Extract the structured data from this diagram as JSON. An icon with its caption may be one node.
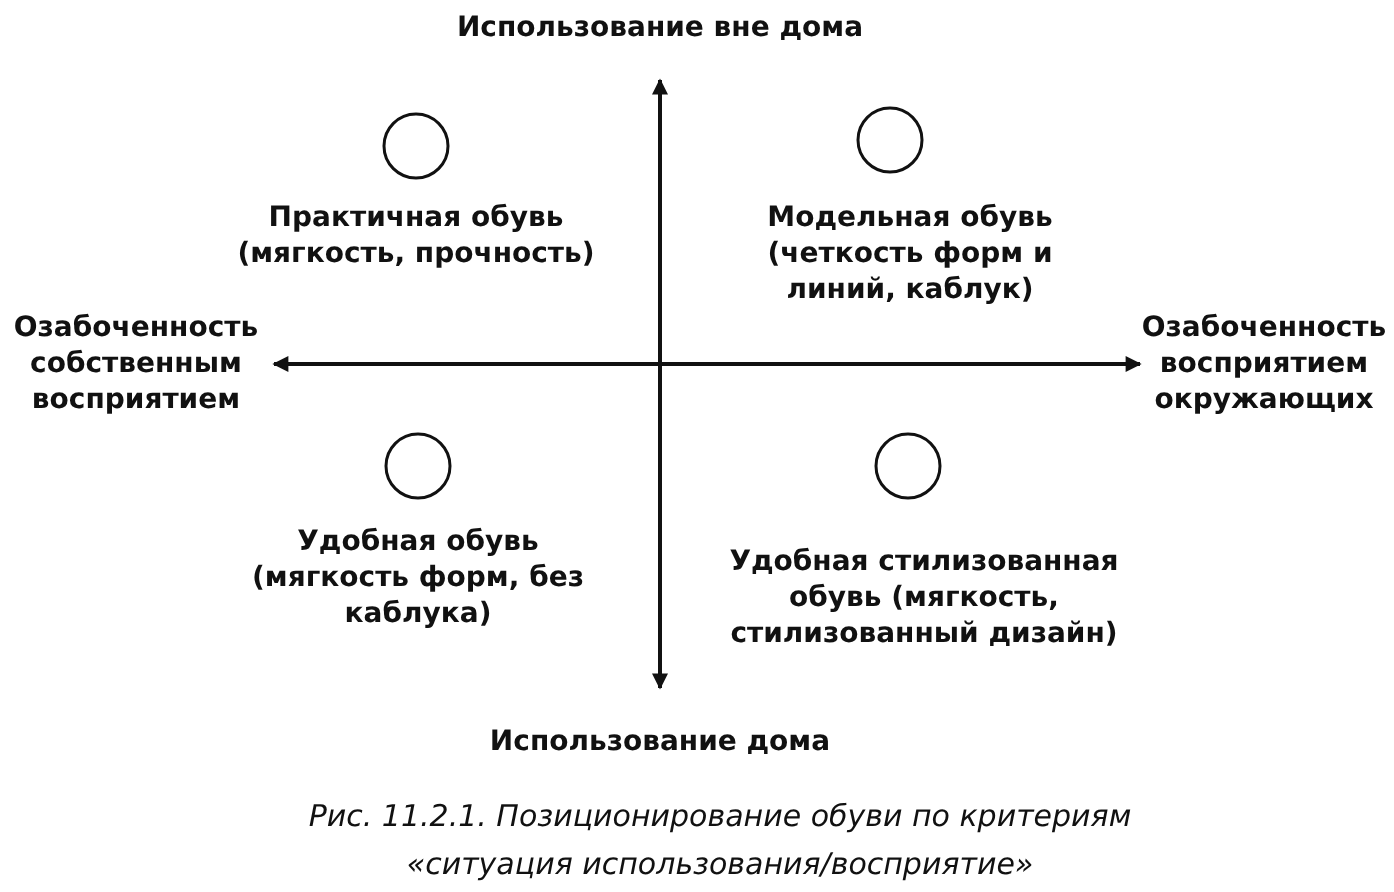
{
  "diagram": {
    "caption": "Рис. 11.2.1. Позиционирование обуви по критериям «ситуация использования/восприятие»",
    "nodes": [
      {
        "text": [
          "Практичная обувь (мягкость, прочность)"
        ]
      },
      {
        "text": [
          "Модельная обувь (четкость форм и линий, каблук)"
        ]
      },
      {
        "text": [
          "Удобная обувь (мягкость форм, без каблука)"
        ]
      },
      {
        "text": [
          "Удобная стилизованная обувь (мягкость, стилизованный дизайн)"
        ]
      }
    ],
    "labels": [
      "Использование вне дома",
      "Озабоченность собственным восприятием",
      "Озабоченность восприятием окружающих",
      "Использование дома"
    ]
  }
}
